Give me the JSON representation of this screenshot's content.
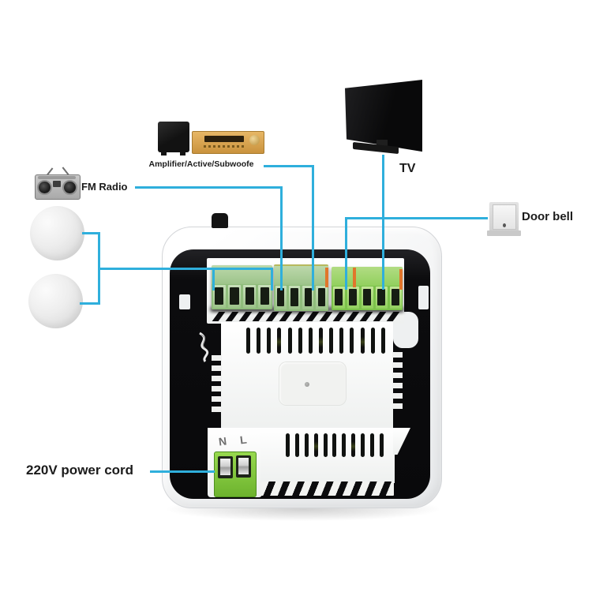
{
  "colors": {
    "line": "#2fafdc",
    "terminal_pale_green": "#9dc48a",
    "terminal_bright_green": "#92d05e",
    "power_terminal_green": "#7fcb3a",
    "orange_marker": "#e1762b"
  },
  "devices": {
    "amplifier": {
      "label": "Amplifier/Active/Subwoofe"
    },
    "fm_radio": {
      "label": "FM Radio"
    },
    "tv": {
      "label": "TV"
    },
    "door_bell": {
      "label": "Door bell"
    },
    "power": {
      "label": "220V power cord",
      "terminal_markings": {
        "neutral": "N",
        "live": "L"
      }
    }
  }
}
